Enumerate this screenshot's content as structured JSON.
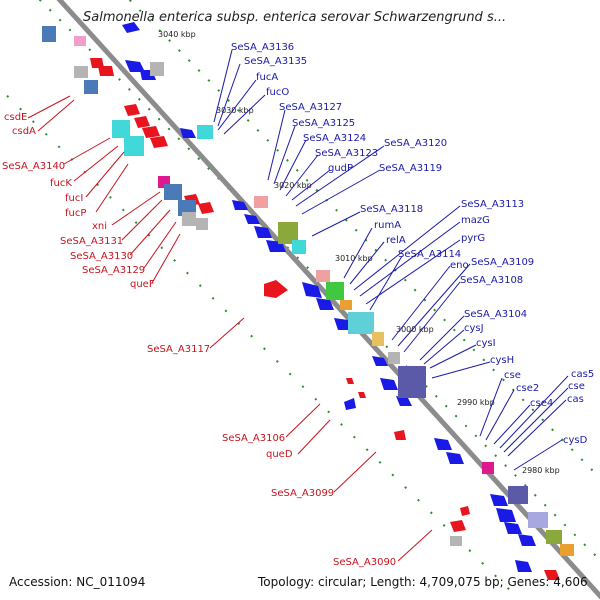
{
  "title": "Salmonella enterica subsp. enterica serovar Schwarzengrund s...",
  "footer": {
    "accession": "Accession: NC_011094",
    "summary": "Topology: circular; Length: 4,709,075 bp; Genes: 4,606"
  },
  "colors": {
    "forward_gene": "#e8141e",
    "reverse_gene": "#1a1ae6",
    "backbone": "#8c8c8c",
    "forward_label": "#c8141e",
    "reverse_label": "#1a1aa8",
    "tick": "#2e8b2e"
  },
  "scale": [
    "3040 kbp",
    "3030 kbp",
    "3020 kbp",
    "3010 kbp",
    "3000 kbp",
    "2990 kbp",
    "2980 kbp"
  ],
  "labels_reverse": [
    "SeSA_A3136",
    "SeSA_A3135",
    "fucA",
    "fucO",
    "SeSA_A3127",
    "SeSA_A3125",
    "SeSA_A3124",
    "SeSA_A3123",
    "SeSA_A3120",
    "gudP",
    "SeSA_A3119",
    "SeSA_A3118",
    "rumA",
    "relA",
    "SeSA_A3113",
    "mazG",
    "pyrG",
    "SeSA_A3114",
    "eno",
    "SeSA_A3109",
    "SeSA_A3108",
    "SeSA_A3104",
    "cysJ",
    "cysI",
    "cysH",
    "cse",
    "cse2",
    "cse4",
    "cas5",
    "cse",
    "cas",
    "cysD"
  ],
  "labels_forward": [
    "csdE",
    "csdA",
    "SeSA_A3140",
    "fucK",
    "fucI",
    "fucP",
    "xni",
    "SeSA_A3131",
    "SeSA_A3130",
    "SeSA_A3129",
    "queF",
    "SeSA_A3117",
    "SeSA_A3106",
    "queD",
    "SeSA_A3099",
    "SeSA_A3090"
  ]
}
